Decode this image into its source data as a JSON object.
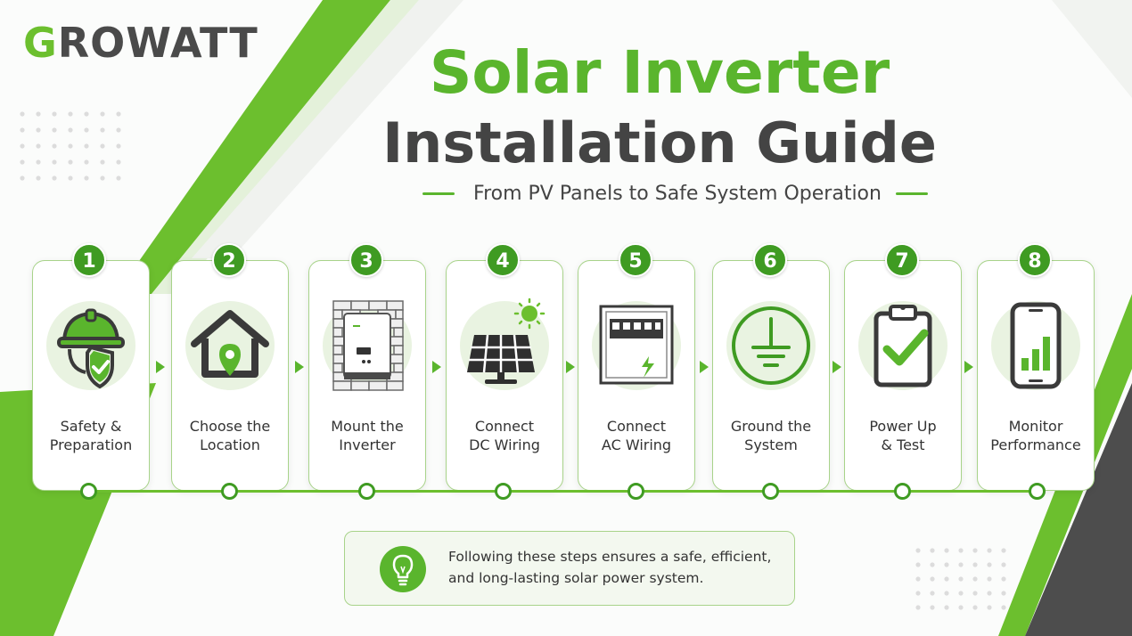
{
  "brand": {
    "logo_first": "G",
    "logo_rest": "ROWATT"
  },
  "header": {
    "title_line1": "Solar Inverter",
    "title_line2": "Installation Guide",
    "subtitle": "From PV Panels to Safe System Operation"
  },
  "steps": [
    {
      "number": "1",
      "line1": "Safety &",
      "line2": "Preparation",
      "icon": "hardhat-shield-icon"
    },
    {
      "number": "2",
      "line1": "Choose the",
      "line2": "Location",
      "icon": "house-location-icon"
    },
    {
      "number": "3",
      "line1": "Mount the",
      "line2": "Inverter",
      "icon": "inverter-wall-icon"
    },
    {
      "number": "4",
      "line1": "Connect",
      "line2": "DC Wiring",
      "icon": "solar-panel-sun-icon"
    },
    {
      "number": "5",
      "line1": "Connect",
      "line2": "AC Wiring",
      "icon": "breaker-panel-icon"
    },
    {
      "number": "6",
      "line1": "Ground the",
      "line2": "System",
      "icon": "ground-symbol-icon"
    },
    {
      "number": "7",
      "line1": "Power Up",
      "line2": "& Test",
      "icon": "clipboard-check-icon"
    },
    {
      "number": "8",
      "line1": "Monitor",
      "line2": "Performance",
      "icon": "phone-chart-icon"
    }
  ],
  "tip": {
    "line1": "Following these steps ensures a safe, efficient,",
    "line2": "and long-lasting solar power system.",
    "icon": "lightbulb-icon"
  },
  "colors": {
    "accent": "#5ab52d",
    "accent_dark": "#3f9b22",
    "text_dark": "#444444",
    "card_border": "#a8d38a"
  }
}
